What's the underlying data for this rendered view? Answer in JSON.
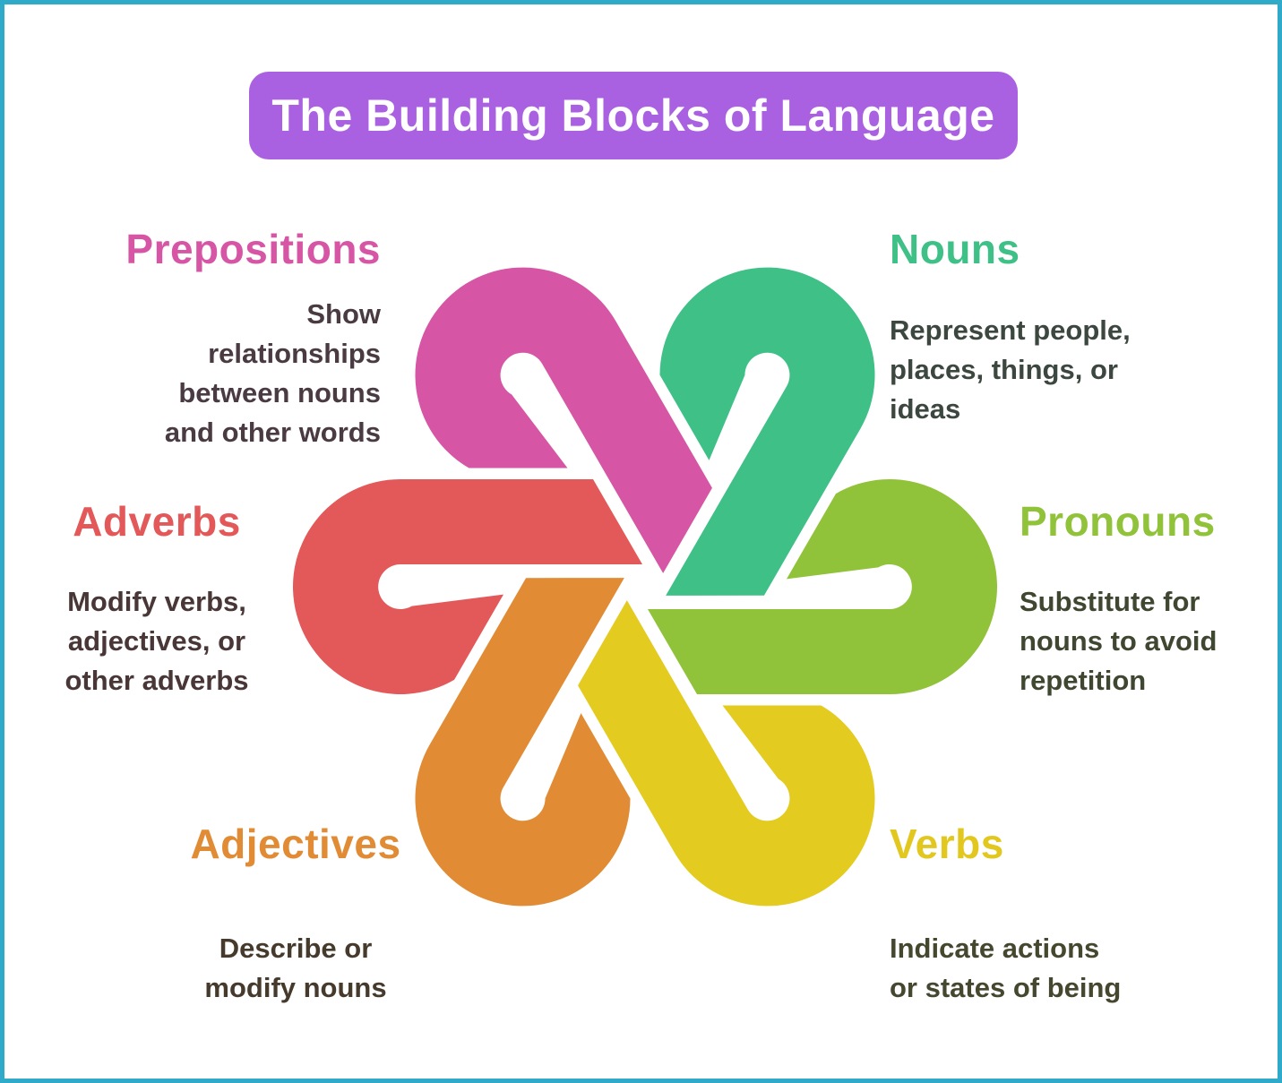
{
  "page": {
    "border_color": "#2faac9",
    "background_color": "#ffffff"
  },
  "title": {
    "text": "The Building Blocks of Language",
    "bg_color": "#aa61e1",
    "text_color": "#ffffff"
  },
  "sections": [
    {
      "id": "prepositions",
      "label": "Prepositions",
      "color": "#d655a4",
      "description": "Show\nrelationships\nbetween nouns\nand other words",
      "text_color": "#4a3a41"
    },
    {
      "id": "nouns",
      "label": "Nouns",
      "color": "#3ec087",
      "description": "Represent people,\nplaces, things, or\nideas",
      "text_color": "#3c473f"
    },
    {
      "id": "adverbs",
      "label": "Adverbs",
      "color": "#e35858",
      "description": "Modify verbs,\nadjectives, or\nother adverbs",
      "text_color": "#493637"
    },
    {
      "id": "pronouns",
      "label": "Pronouns",
      "color": "#90c23a",
      "description": "Substitute for\nnouns to avoid\nrepetition",
      "text_color": "#3f4731"
    },
    {
      "id": "adjectives",
      "label": "Adjectives",
      "color": "#e18b35",
      "description": "Describe or\nmodify nouns",
      "text_color": "#463a2c"
    },
    {
      "id": "verbs",
      "label": "Verbs",
      "color": "#e2c81e",
      "description": "Indicate actions\nor states of being",
      "text_color": "#45472e"
    }
  ],
  "knot": {
    "pieces": [
      {
        "name": "adverbs-loop",
        "color": "#e35858"
      },
      {
        "name": "prepositions-loop",
        "color": "#d655a4"
      },
      {
        "name": "nouns-loop",
        "color": "#3ec087"
      },
      {
        "name": "pronouns-loop",
        "color": "#90c23a"
      },
      {
        "name": "verbs-loop",
        "color": "#e3cb1f"
      },
      {
        "name": "adjectives-loop",
        "color": "#e18b35"
      }
    ]
  }
}
